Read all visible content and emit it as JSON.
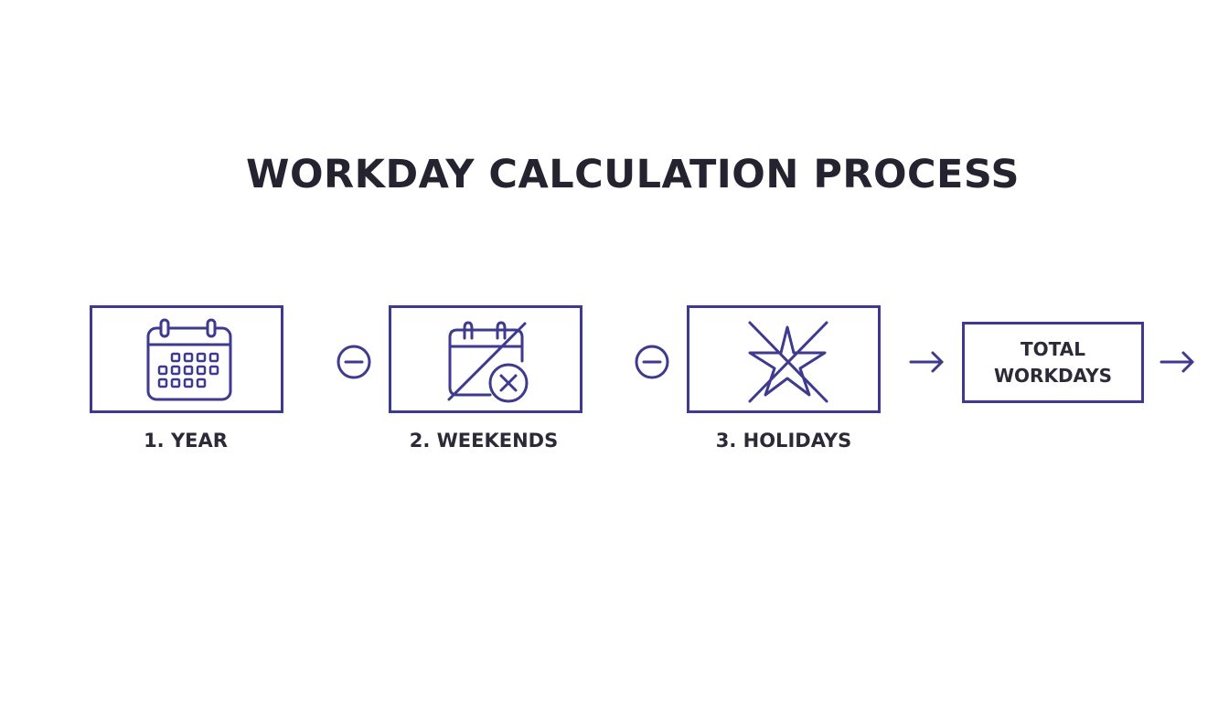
{
  "title": "WORKDAY CALCULATION PROCESS",
  "accent_color": "#3e3a8f",
  "text_color": "#25232f",
  "steps": [
    {
      "label": "1. YEAR",
      "icon": "calendar-icon"
    },
    {
      "label": "2. WEEKENDS",
      "icon": "calendar-excluded-icon"
    },
    {
      "label": "3. HOLIDAYS",
      "icon": "star-crossed-icon"
    }
  ],
  "operators": [
    "minus-icon",
    "minus-icon",
    "arrow-right-icon",
    "arrow-right-icon"
  ],
  "result": {
    "line1": "TOTAL",
    "line2": "WORKDAYS"
  }
}
